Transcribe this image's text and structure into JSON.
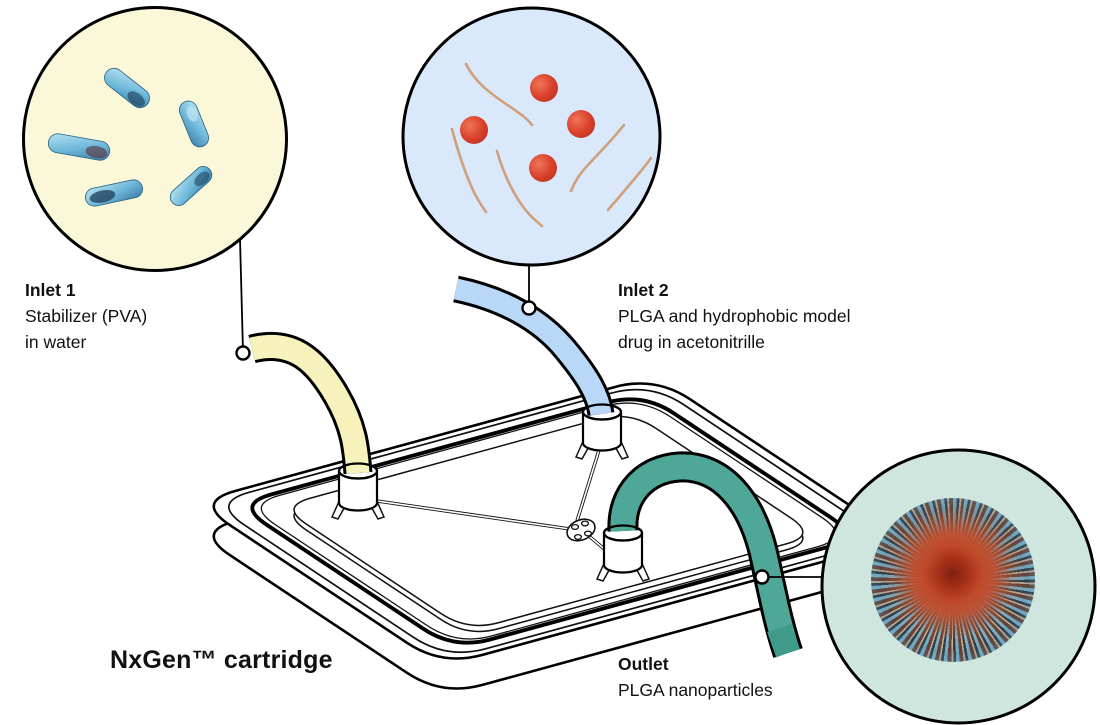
{
  "scene": {
    "title": "NxGen™ cartridge",
    "labels": {
      "inlet1": {
        "title": "Inlet 1",
        "lines": [
          "Stabilizer (PVA)",
          "in water"
        ]
      },
      "inlet2": {
        "title": "Inlet 2",
        "lines": [
          "PLGA and hydrophobic model",
          "drug in acetonitrille"
        ]
      },
      "outlet": {
        "title": "Outlet",
        "lines": [
          "PLGA nanoparticles"
        ]
      }
    }
  },
  "colors": {
    "inlet1_tube": "#f7f2bc",
    "inlet2_tube": "#b9d8f7",
    "outlet_tube": "#4fa897",
    "outlet_tube_tip": "#3f9b89",
    "inlet1_view_fill": "#fbf8da",
    "inlet2_view_fill": "#d9e8fb",
    "outlet_view_fill": "#cfe6df",
    "outline": "#000000",
    "pva_blob_light": "#a8dcef",
    "pva_blob_dark": "#2f6e95",
    "drug_sphere": "#d8402a",
    "polymer_strand": "#cfa07b"
  },
  "views": {
    "inlet1_view": {
      "name": "PVA stabilizer magnified view",
      "blob_count": 5
    },
    "inlet2_view": {
      "name": "PLGA and drug magnified view",
      "sphere_count": 4,
      "strand_count": 5
    },
    "outlet_view": {
      "name": "PLGA nanoparticle magnified view",
      "particle_count": 1
    }
  }
}
